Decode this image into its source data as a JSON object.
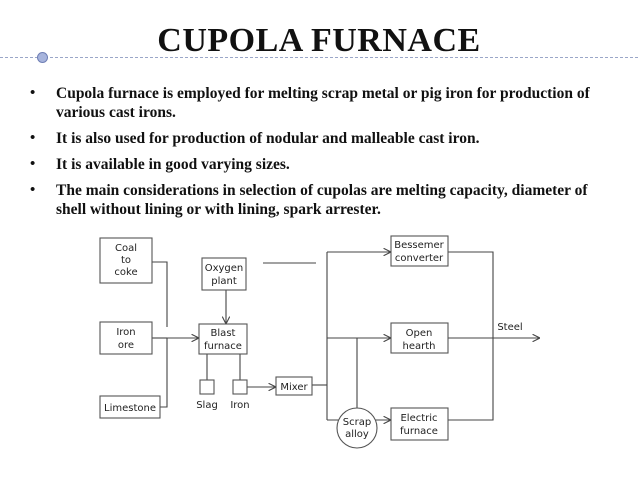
{
  "slide": {
    "title": "CUPOLA FURNACE",
    "bullets": [
      "Cupola furnace is employed for melting scrap metal or pig iron for production of various cast irons.",
      "It is also used for production of nodular and malleable cast iron.",
      "It is available in good varying sizes.",
      "The main considerations in selection of cupolas are melting capacity, diameter of shell without lining or with lining, spark arrester."
    ]
  },
  "diagram": {
    "coal": [
      "Coal",
      "to",
      "coke"
    ],
    "iron_ore": [
      "Iron",
      "ore"
    ],
    "limestone": "Limestone",
    "oxygen": [
      "Oxygen",
      "plant"
    ],
    "blast": [
      "Blast",
      "furnace"
    ],
    "slag": "Slag",
    "iron": "Iron",
    "mixer": "Mixer",
    "scrap": [
      "Scrap",
      "alloy"
    ],
    "bessemer": [
      "Bessemer",
      "converter"
    ],
    "open_hearth": [
      "Open",
      "hearth"
    ],
    "electric": [
      "Electric",
      "furnace"
    ],
    "steel": "Steel"
  }
}
